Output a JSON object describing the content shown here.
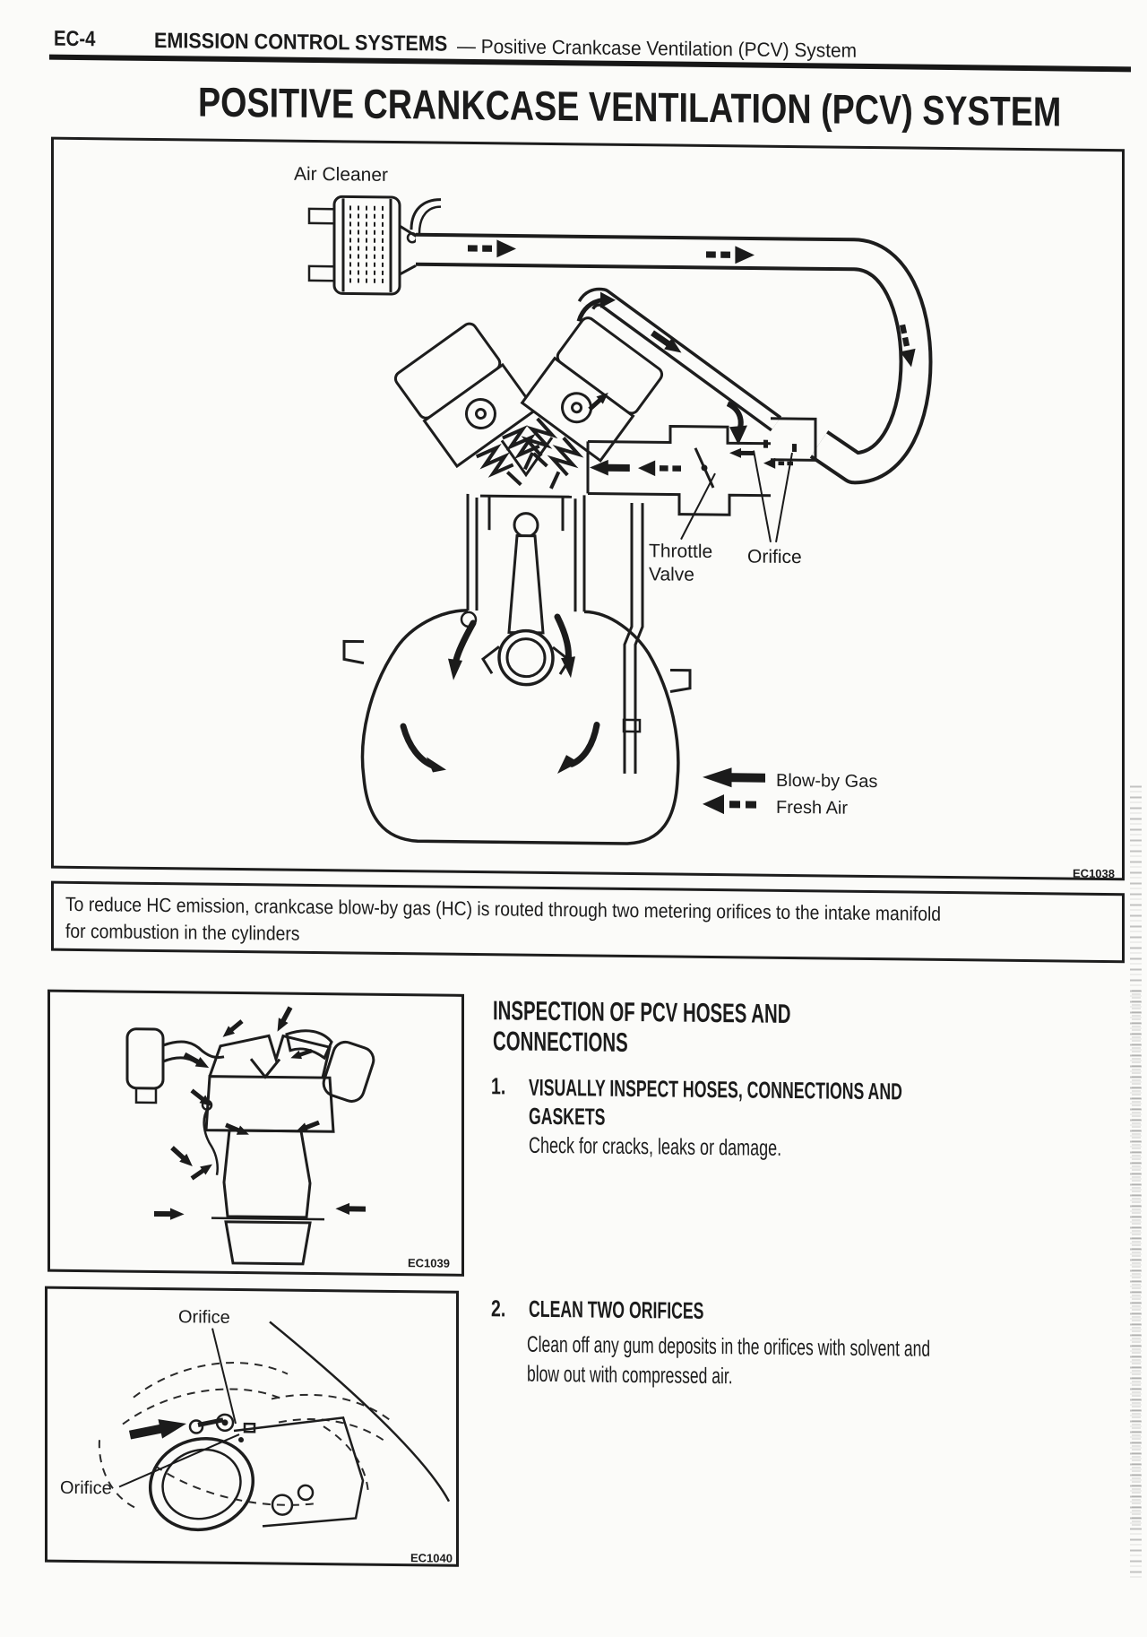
{
  "page": {
    "code": "EC-4",
    "section": "EMISSION CONTROL SYSTEMS",
    "subsection": "— Positive Crankcase Ventilation (PCV) System",
    "title": "POSITIVE CRANKCASE VENTILATION (PCV) SYSTEM"
  },
  "main_figure": {
    "code": "EC1038",
    "labels": {
      "air_cleaner": "Air Cleaner",
      "throttle_1": "Throttle",
      "throttle_2": "Valve",
      "orifice": "Orifice"
    },
    "legend": {
      "blow_by": "Blow-by Gas",
      "fresh_air": "Fresh Air"
    }
  },
  "caption": {
    "lines": [
      "To reduce HC emission, crankcase blow-by gas (HC) is routed through two metering orifices to the intake manifold",
      "for combustion in the cylinders"
    ]
  },
  "inspection": {
    "heading_lines": [
      "INSPECTION OF PCV HOSES AND",
      "CONNECTIONS"
    ],
    "steps": [
      {
        "number": "1.",
        "title_lines": [
          "VISUALLY INSPECT HOSES, CONNECTIONS AND",
          "GASKETS"
        ],
        "body_lines": [
          "Check for cracks, leaks or damage.",
          ""
        ],
        "figure_code": "EC1039"
      },
      {
        "number": "2.",
        "title_lines": [
          "CLEAN TWO ORIFICES",
          ""
        ],
        "body_lines": [
          "Clean off any gum deposits in the orifices with solvent and",
          "blow out with compressed air."
        ],
        "figure_code": "EC1040"
      }
    ]
  },
  "figure_1040_labels": {
    "orifice_top": "Orifice",
    "orifice_left": "Orifice"
  },
  "colors": {
    "ink": "#1b1b1b",
    "paper": "#fbfbf9"
  }
}
